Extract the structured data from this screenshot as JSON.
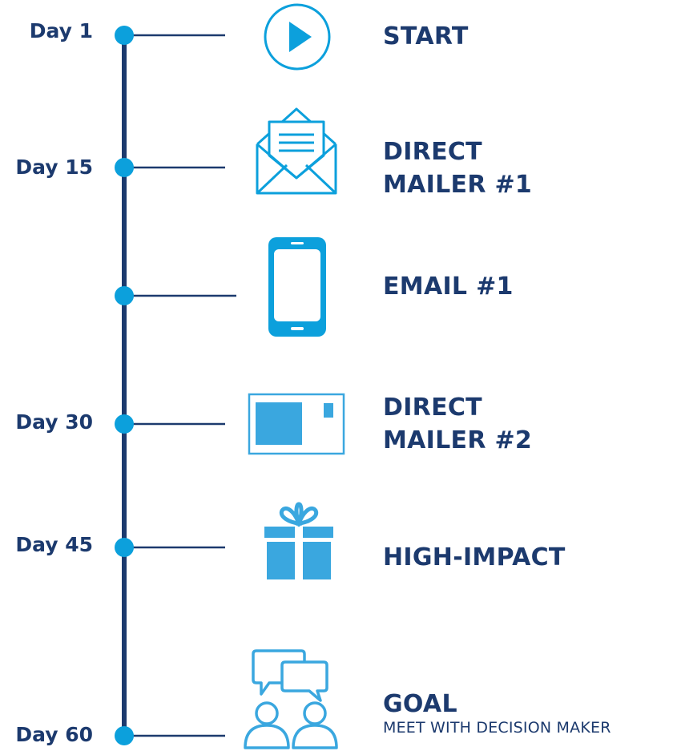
{
  "steps": [
    {
      "day": "Day 1",
      "title_lines": [
        "START"
      ],
      "icon": "play-icon"
    },
    {
      "day": "Day 15",
      "title_lines": [
        "DIRECT",
        "MAILER #1"
      ],
      "icon": "envelope-letter-icon"
    },
    {
      "day": "",
      "title_lines": [
        "EMAIL #1"
      ],
      "icon": "smartphone-icon"
    },
    {
      "day": "Day 30",
      "title_lines": [
        "DIRECT",
        "MAILER #2"
      ],
      "icon": "postcard-icon"
    },
    {
      "day": "Day 45",
      "title_lines": [
        "HIGH-IMPACT"
      ],
      "icon": "gift-icon"
    },
    {
      "day": "Day 60",
      "title_lines": [
        "GOAL"
      ],
      "icon": "conversation-people-icon"
    }
  ],
  "goal_subtitle": "MEET WITH DECISION MAKER",
  "colors": {
    "navy": "#1c3a6e",
    "blue": "#0ca0dc",
    "light_blue": "#3aa7df"
  }
}
